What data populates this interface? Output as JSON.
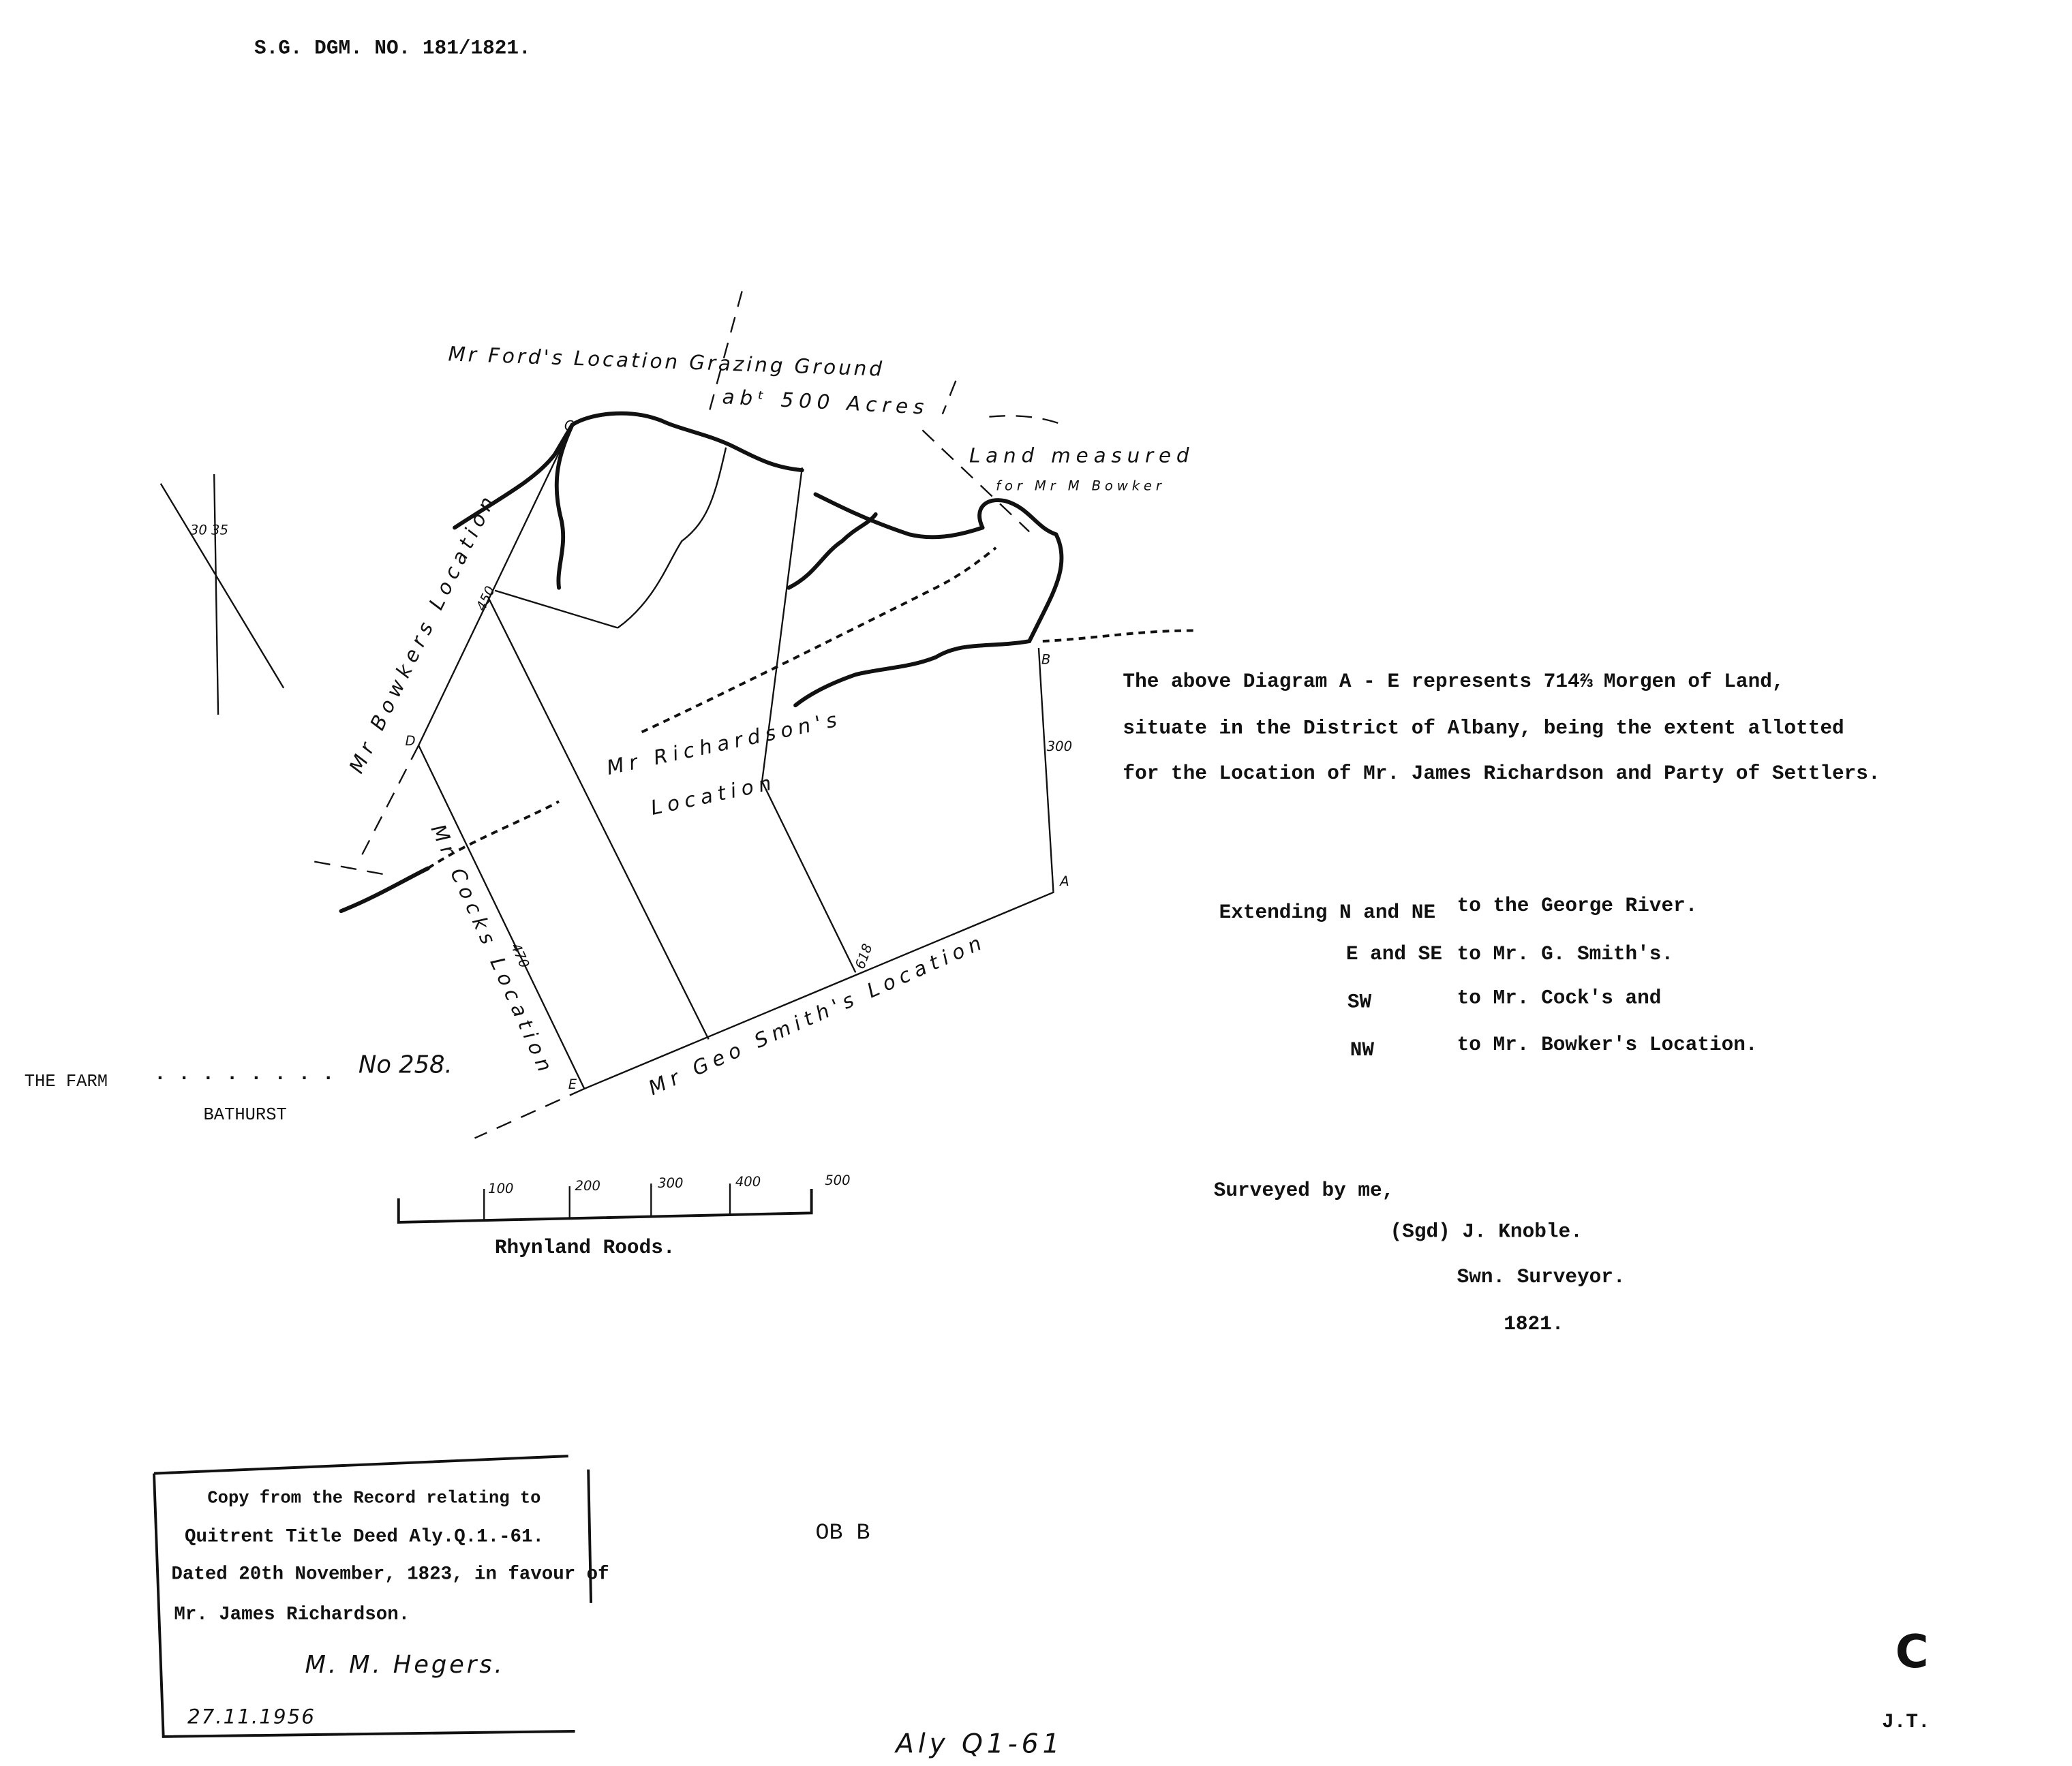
{
  "header": {
    "diagram_number": "S.G. DGM. NO.  181/1821."
  },
  "map": {
    "labels": {
      "ford": "Mr Ford's Location Grazing Ground",
      "acres": "abᵗ 500 Acres",
      "land_measured": "Land measured",
      "for_bowker": "for Mr M Bowker",
      "bowker": "Mr Bowkers Location",
      "richardson": "Mr Richardson's",
      "richardson_loc": "Location",
      "cock": "Mr Cocks Location",
      "smith": "Mr Geo Smith's Location"
    },
    "beacons": {
      "a": "A",
      "b": "B",
      "c": "C",
      "d": "D",
      "e": "E"
    },
    "distances": {
      "d450": "450",
      "d300": "300",
      "d470": "470",
      "d618": "618",
      "angle": "30 35"
    },
    "farm": {
      "prefix": "THE FARM",
      "number": "No 258.",
      "place": "BATHURST"
    }
  },
  "scale_bar": {
    "ticks": [
      "100",
      "200",
      "300",
      "400",
      "500"
    ],
    "unit": "Rhynland  Roods."
  },
  "description": {
    "lines": [
      "The above Diagram A - E  represents 714⅔ Morgen of Land,",
      "situate in the District of Albany, being the extent allotted",
      "for the Location of Mr. James Richardson and Party of Settlers."
    ],
    "extending": [
      {
        "dir": "Extending N and NE",
        "to": "to the George River."
      },
      {
        "dir": "E and SE",
        "to": "to Mr. G. Smith's."
      },
      {
        "dir": "SW",
        "to": "to Mr. Cock's and"
      },
      {
        "dir": "NW",
        "to": "to Mr. Bowker's Location."
      }
    ]
  },
  "signature": {
    "surveyed": "Surveyed by me,",
    "signed": "(Sgd) J. Knoble.",
    "title": "Swn. Surveyor.",
    "year": "1821."
  },
  "stamp": {
    "line1": "Copy from the Record relating to",
    "line2": "Quitrent Title Deed Aly.Q.1.-61.",
    "line3": "Dated 20th November, 1823, in favour of",
    "line4": "Mr. James Richardson.",
    "signature": "M. M. Hegers.",
    "date": "27.11.1956"
  },
  "marks": {
    "obb": "OB B",
    "ref": "Aly Q1-61",
    "initials": "J.T.",
    "corner_mark": "C"
  }
}
